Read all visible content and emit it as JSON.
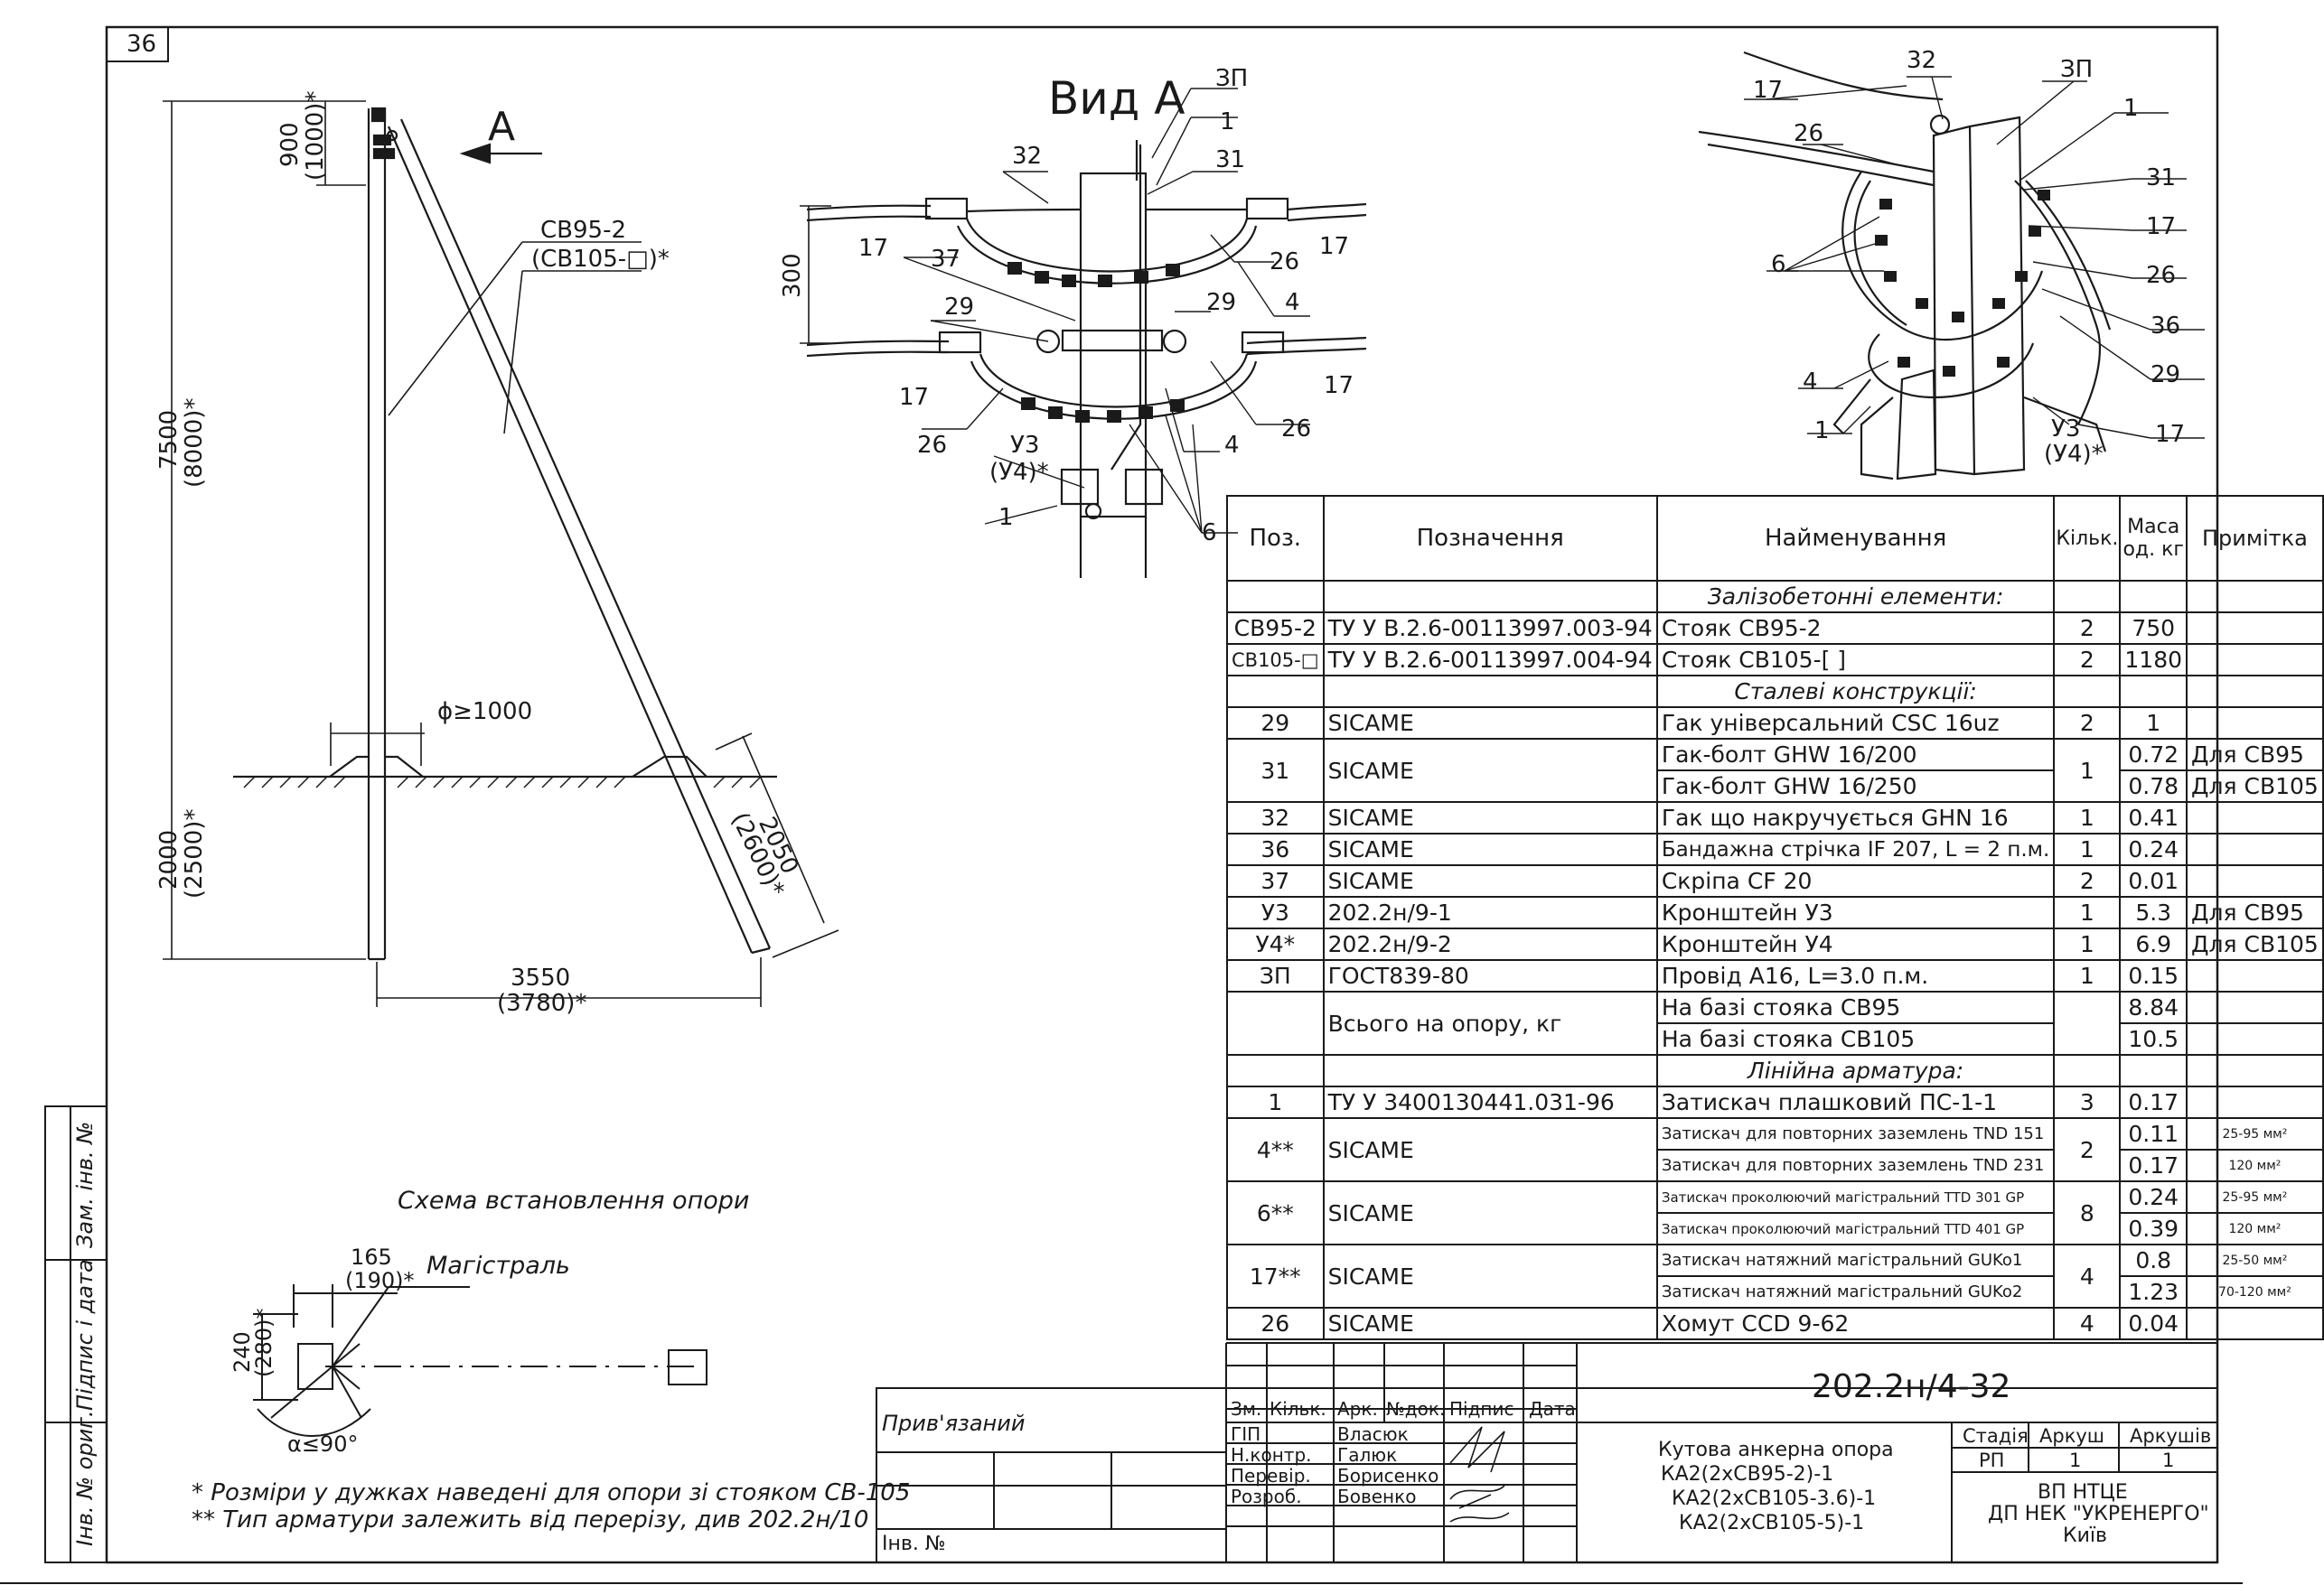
{
  "sheet_number": "36",
  "pole_elevation": {
    "view_arrow_label": "A",
    "top_dim": "900",
    "top_dim_alt": "(1000)*",
    "height_dim": "7500",
    "height_dim_alt": "(8000)*",
    "below_ground_dim": "2000",
    "below_ground_dim_alt": "(2500)*",
    "strut_label": "СВ95-2",
    "strut_label_alt": "(СВ105-□)*",
    "diameter_label": "ϕ≥1000",
    "strut_embed_dim": "2050",
    "strut_embed_dim_alt": "(2600)*",
    "base_dim": "3550",
    "base_dim_alt": "(3780)*"
  },
  "view_a": {
    "title": "Вид А",
    "vertical_dim": "300",
    "callouts": [
      "ЗП",
      "1",
      "32",
      "31",
      "17",
      "26",
      "17",
      "37",
      "4",
      "29",
      "29",
      "17",
      "17",
      "26",
      "26",
      "4",
      "У3",
      "(У4)*",
      "1",
      "6"
    ]
  },
  "iso_view": {
    "callouts": [
      "32",
      "ЗП",
      "17",
      "26",
      "1",
      "31",
      "17",
      "26",
      "6",
      "36",
      "29",
      "4",
      "1",
      "У3",
      "(У4)*",
      "17"
    ]
  },
  "install_scheme": {
    "title": "Схема встановлення опори",
    "label_main": "Магістраль",
    "dim_165": "165",
    "dim_165_alt": "(190)*",
    "dim_240": "240",
    "dim_240_alt": "(280)*",
    "angle": "α≤90°"
  },
  "notes": {
    "note1": "* Розміри у дужках наведені для опори зі стояком СВ-105",
    "note2": "** Тип арматури залежить від перерізу, див 202.2н/10"
  },
  "side_stamp": {
    "labels": [
      "Інв. № ориг.",
      "Підпис і дата",
      "Зам. інв. №"
    ]
  },
  "spec_table": {
    "headers": [
      "Поз.",
      "Позначення",
      "Найменування",
      "Кільк.",
      "Маса од. кг",
      "Примітка"
    ],
    "sections": {
      "s1": "Залізобетонні елементи:",
      "s2": "Сталеві конструкції:",
      "s3": "Лінійна арматура:"
    },
    "rows": {
      "r1": [
        "СВ95-2",
        "ТУ У В.2.6-00113997.003-94",
        "Стояк СВ95-2",
        "2",
        "750",
        ""
      ],
      "r2": [
        "СВ105-□",
        "ТУ У В.2.6-00113997.004-94",
        "Стояк СВ105-[    ]",
        "2",
        "1180",
        ""
      ],
      "r3": [
        "29",
        "SICAME",
        "Гак універсальний CSC 16uz",
        "2",
        "1",
        ""
      ],
      "r4a": [
        "31",
        "SICAME",
        "Гак-болт GHW 16/200",
        "1",
        "0.72",
        "Для СВ95"
      ],
      "r4b": [
        "",
        "",
        "Гак-болт GHW 16/250",
        "",
        "0.78",
        "Для СВ105"
      ],
      "r5": [
        "32",
        "SICAME",
        "Гак що накручується GHN 16",
        "1",
        "0.41",
        ""
      ],
      "r6": [
        "36",
        "SICAME",
        "Бандажна стрічка IF 207, L = 2 п.м.",
        "1",
        "0.24",
        ""
      ],
      "r7": [
        "37",
        "SICAME",
        "Скріпа CF 20",
        "2",
        "0.01",
        ""
      ],
      "r8": [
        "У3",
        "202.2н/9-1",
        "Кронштейн У3",
        "1",
        "5.3",
        "Для СВ95"
      ],
      "r9": [
        "У4*",
        "202.2н/9-2",
        "Кронштейн У4",
        "1",
        "6.9",
        "Для СВ105"
      ],
      "r10": [
        "ЗП",
        "ГОСТ839-80",
        "Провід А16, L=3.0 п.м.",
        "1",
        "0.15",
        ""
      ],
      "r11a": [
        "",
        "Всього на опору, кг",
        "На базі стояка СВ95",
        "",
        "8.84",
        ""
      ],
      "r11b": [
        "",
        "",
        "На базі стояка СВ105",
        "",
        "10.5",
        ""
      ],
      "r12": [
        "1",
        "ТУ У 3400130441.031-96",
        "Затискач плашковий ПС-1-1",
        "3",
        "0.17",
        ""
      ],
      "r13a": [
        "4**",
        "SICAME",
        "Затискач для повторних заземлень TND 151",
        "2",
        "0.11",
        "25-95 мм²"
      ],
      "r13b": [
        "",
        "",
        "Затискач для повторних заземлень TND 231",
        "",
        "0.17",
        "120 мм²"
      ],
      "r14a": [
        "6**",
        "SICAME",
        "Затискач проколюючий магістральний TTD 301 GP",
        "8",
        "0.24",
        "25-95 мм²"
      ],
      "r14b": [
        "",
        "",
        "Затискач проколюючий магістральний TTD 401 GP",
        "",
        "0.39",
        "120 мм²"
      ],
      "r15a": [
        "17**",
        "SICAME",
        "Затискач натяжний магістральний GUKo1",
        "4",
        "0.8",
        "25-50 мм²"
      ],
      "r15b": [
        "",
        "",
        "Затискач натяжний магістральний GUKo2",
        "",
        "1.23",
        "70-120 мм²"
      ],
      "r16": [
        "26",
        "SICAME",
        "Хомут CCD 9-62",
        "4",
        "0.04",
        ""
      ]
    }
  },
  "title_block": {
    "doc_code": "202.2н/4-32",
    "attached": "Прив'язаний",
    "inv_no": "Інв. №",
    "rev_headers": [
      "Зм.",
      "Кільк.",
      "Арк.",
      "№док.",
      "Підпис",
      "Дата"
    ],
    "roles": [
      {
        "role": "ГІП",
        "name": "Власюк"
      },
      {
        "role": "Н.контр.",
        "name": "Галюк"
      },
      {
        "role": "Перевір.",
        "name": "Борисенко"
      },
      {
        "role": "Розроб.",
        "name": "Бовенко"
      }
    ],
    "description_1": "Кутова анкерна опора",
    "description_2": "КА2(2хСВ95-2)-1",
    "description_3": "КА2(2хСВ105-3.6)-1",
    "description_4": "КА2(2хСВ105-5)-1",
    "stage_header": "Стадія",
    "sheet_header": "Аркуш",
    "sheets_header": "Аркушів",
    "stage": "РП",
    "sheet": "1",
    "sheets": "1",
    "org_1": "ВП НТЦЕ",
    "org_2": "ДП НЕК \"УКРЕНЕРГО\"",
    "org_3": "Київ"
  }
}
